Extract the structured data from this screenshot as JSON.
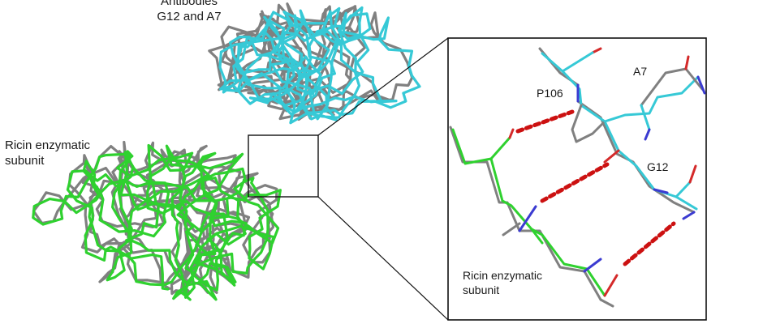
{
  "labels": {
    "antibodies_line1": "Antibodies",
    "antibodies_line2": "G12 and A7",
    "ricin_line1": "Ricin enzymatic",
    "ricin_line2": "subunit",
    "inset_p106": "P106",
    "inset_a7": "A7",
    "inset_g12": "G12",
    "inset_ricin_line1": "Ricin enzymatic",
    "inset_ricin_line2": "subunit"
  },
  "colors": {
    "antibody_chain": "#36c9d6",
    "ricin_chain": "#2fd12f",
    "reference_chain": "#808080",
    "hydrogen_bond": "#cc1111",
    "nitrogen": "#3b3bd1",
    "oxygen": "#d42a2a",
    "frame": "#111111"
  }
}
